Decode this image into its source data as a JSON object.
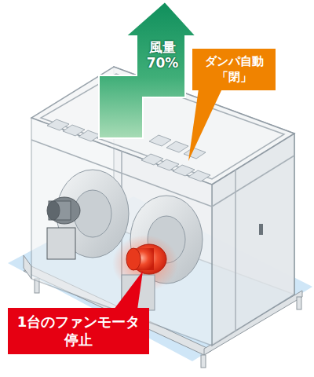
{
  "diagram": {
    "nodes": [
      {
        "text": [
          "風量 70%"
        ]
      },
      {
        "text": [
          "ダンパ自動「閉」"
        ]
      },
      {
        "text": [
          "1台のファンモータ 停止"
        ]
      }
    ]
  }
}
